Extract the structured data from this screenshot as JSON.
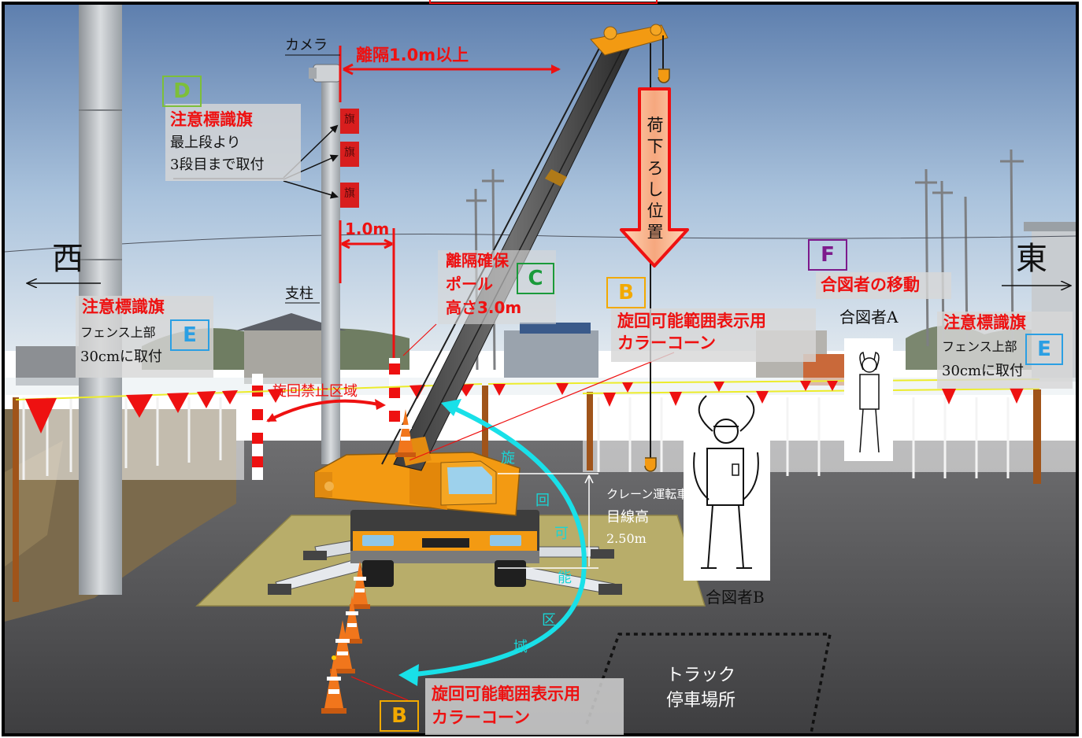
{
  "labels": {
    "camera": "カメラ",
    "separation_line": "離隔1.0m以上",
    "d_letter": "D",
    "d_title": "注意標識旗",
    "d_line1": "最上段より",
    "d_line2": "3段目まで取付",
    "flag_char": "旗",
    "unload_text": "荷下ろし位置",
    "one_meter": "1.0m",
    "west": "西",
    "east": "東",
    "post": "支柱",
    "pole_line1": "離隔確保",
    "pole_line2": "ポール",
    "pole_line3": "高さ3.0m",
    "c_letter": "C",
    "b_letter": "B",
    "b_top_line1": "旋回可能範囲表示用",
    "b_top_line2": "カラーコーン",
    "f_letter": "F",
    "f_text": "合図者の移動",
    "signaler_a": "合図者A",
    "e_left_title": "注意標識旗",
    "e_left_line1": "フェンス上部",
    "e_left_line2": "30cmに取付",
    "e_letter": "E",
    "e_right_title": "注意標識旗",
    "e_right_line1": "フェンス上部",
    "e_right_line2": "30cmに取付",
    "no_turn_zone": "旋回禁止区域",
    "swing_zone_chars": [
      "旋",
      "回",
      "可",
      "能",
      "区",
      "域"
    ],
    "eye_line1": "クレーン運転車",
    "eye_line2": "目線高",
    "eye_line3": "2.50m",
    "signaler_b": "合図者B",
    "truck_line1": "トラック",
    "truck_line2": "停車場所",
    "b_bottom_line1": "旋回可能範囲表示用",
    "b_bottom_line2": "カラーコーン"
  },
  "colors": {
    "warning_red": "#ee1111",
    "letter_green": "#7dbf3a",
    "letter_c_green": "#1a9a3a",
    "letter_orange": "#f2a900",
    "letter_purple": "#7d1a8c",
    "letter_blue": "#2b9fe3",
    "swing_arrow_cyan": "#19e0e8",
    "crane_orange": "#f39a12"
  }
}
